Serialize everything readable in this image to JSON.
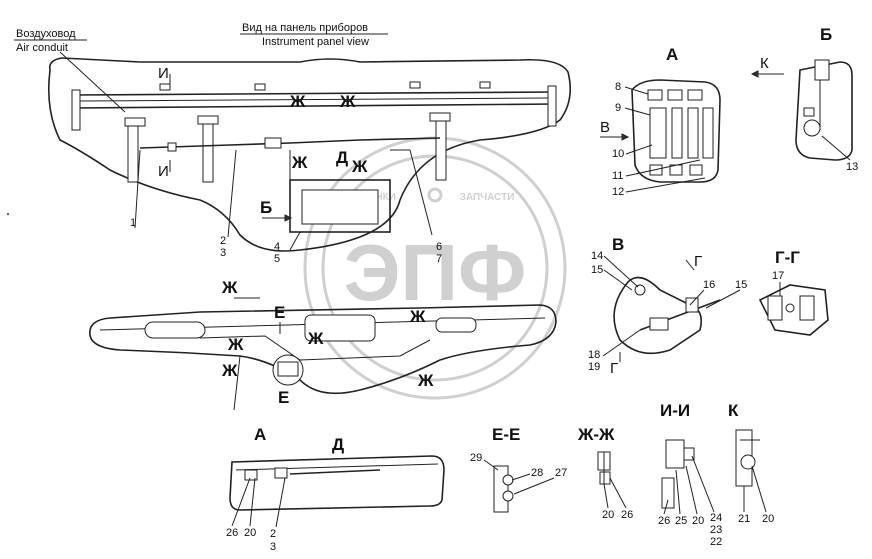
{
  "header": {
    "air_conduit_ru": "Воздуховод",
    "air_conduit_en": "Air conduit",
    "view_ru": "Вид на панель приборов",
    "view_en": "Instrument panel view"
  },
  "watermark": {
    "logo_text": "ЭПФ",
    "left_word": "ПЛАНКИ",
    "right_word": "ЗАПЧАСТИ"
  },
  "section_labels": {
    "A_top": "А",
    "B_top": "Б",
    "K_arrow": "К",
    "V": "В",
    "G_G": "Г-Г",
    "G1": "Г",
    "G2": "Г",
    "I_I": "И-И",
    "K": "К",
    "E_E": "Е-Е",
    "Zh_Zh": "Ж-Ж",
    "A_bottom": "А",
    "D_bottom": "Д",
    "V_arrow": "В",
    "B_arrow": "Б",
    "I1": "И",
    "I2": "И",
    "D_mid": "Д",
    "Zh1": "Ж",
    "Zh2": "Ж",
    "Zh3": "Ж",
    "Zh4": "Ж",
    "Zh5": "Ж",
    "Zh6": "Ж",
    "Zh7": "Ж",
    "Zh8": "Ж",
    "Zh9": "Ж",
    "E1": "Е",
    "E2": "Е"
  },
  "part_numbers": {
    "p1": "1",
    "p2": "2",
    "p3": "3",
    "p4": "4",
    "p5": "5",
    "p6": "6",
    "p7": "7",
    "p8": "8",
    "p9": "9",
    "p10": "10",
    "p11": "11",
    "p12": "12",
    "p13": "13",
    "p14": "14",
    "p15a": "15",
    "p15b": "15",
    "p16": "16",
    "p17": "17",
    "p18": "18",
    "p19": "19",
    "b26a": "26",
    "b20a": "20",
    "b2": "2",
    "b3": "3",
    "ee29": "29",
    "ee28": "28",
    "ee27": "27",
    "zz20": "20",
    "zz26": "26",
    "ii26": "26",
    "ii25": "25",
    "ii20": "20",
    "ii24": "24",
    "ii23": "23",
    "ii22": "22",
    "k21": "21",
    "k20": "20"
  }
}
